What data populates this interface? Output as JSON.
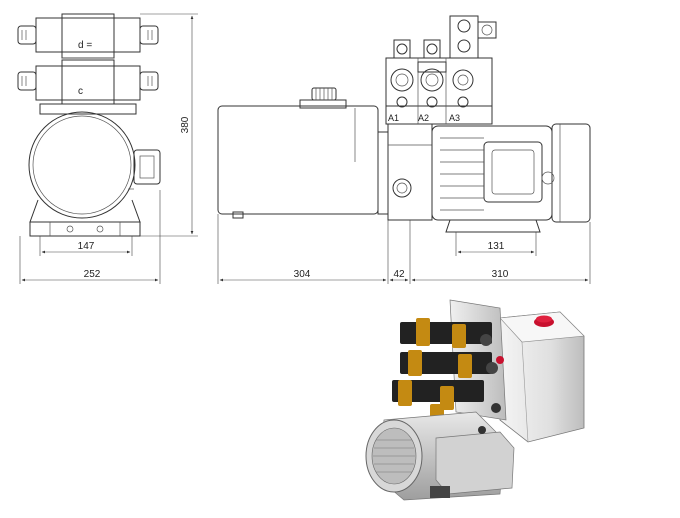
{
  "dimensions": {
    "front_width": "252",
    "front_base": "147",
    "height": "380",
    "tank_length": "304",
    "flange": "42",
    "motor_length": "310",
    "motor_mount": "131"
  },
  "ports": [
    "A1",
    "A2",
    "A3"
  ],
  "valve_symbols": {
    "upper": "d =",
    "lower": "c"
  },
  "colors": {
    "solenoid": "#c48a12",
    "knob": "#c8102e",
    "line": "#333333",
    "tank": "#e6e6e6",
    "motor": "#cfcfcf"
  }
}
